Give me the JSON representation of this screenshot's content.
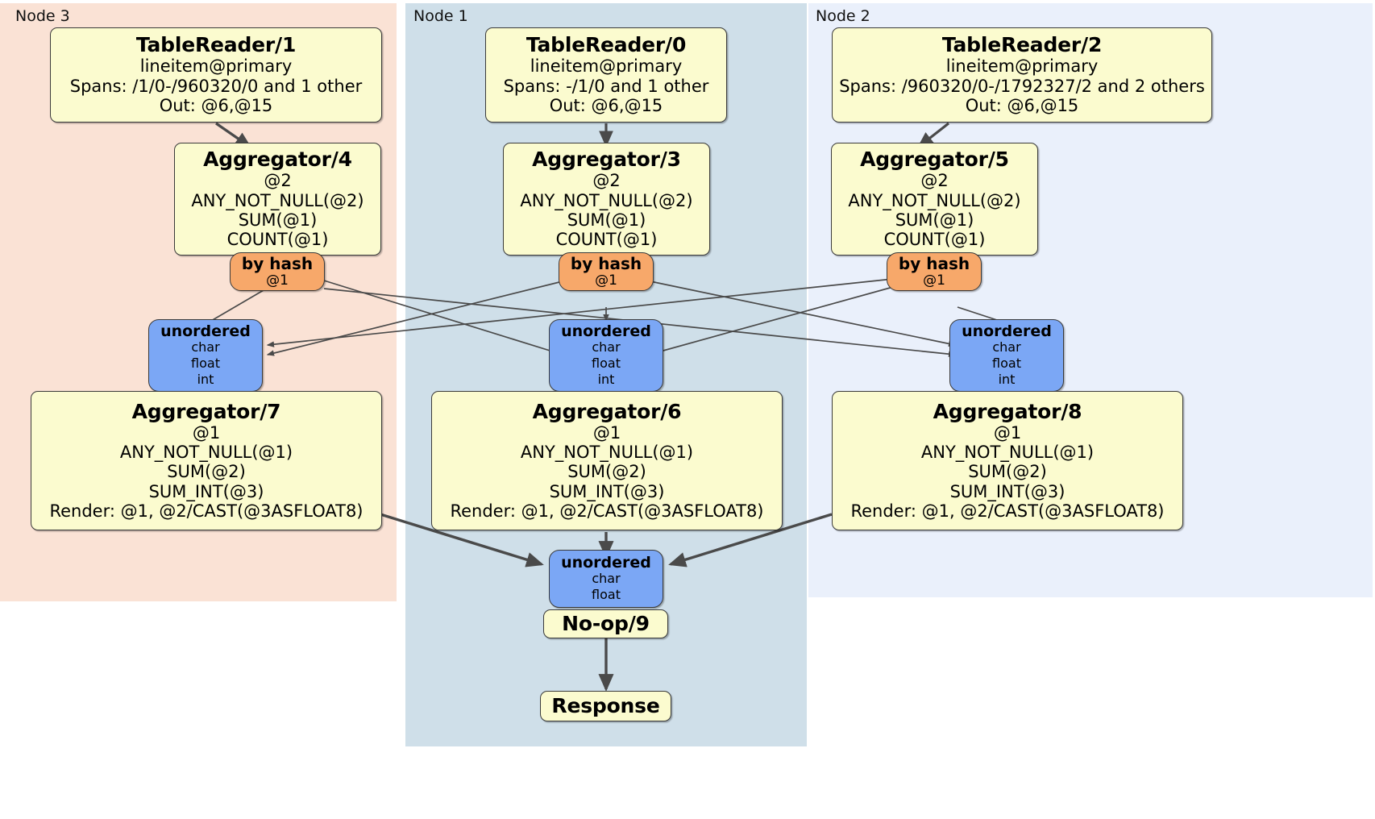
{
  "diagram": {
    "kind": "distributed-query-execution-plan",
    "panels": [
      {
        "id": "node3",
        "label": "Node 3",
        "color": "#fae2d5"
      },
      {
        "id": "node1",
        "label": "Node 1",
        "color": "#cfdfe9"
      },
      {
        "id": "node2",
        "label": "Node 2",
        "color": "#eaf0fb"
      }
    ],
    "colors": {
      "processor_fill": "#fbfbcf",
      "router_fill": "#f7a86a",
      "sync_fill": "#7ba7f5",
      "stroke": "#3a3a3a",
      "edge": "#4a4a4a"
    },
    "nodes": {
      "tablereader_1": {
        "title": "TableReader/1",
        "lines": [
          "lineitem@primary",
          "Spans: /1/0-/960320/0 and 1 other",
          "Out: @6,@15"
        ]
      },
      "tablereader_0": {
        "title": "TableReader/0",
        "lines": [
          "lineitem@primary",
          "Spans: -/1/0 and 1 other",
          "Out: @6,@15"
        ]
      },
      "tablereader_2": {
        "title": "TableReader/2",
        "lines": [
          "lineitem@primary",
          "Spans: /960320/0-/1792327/2 and 2 others",
          "Out: @6,@15"
        ]
      },
      "aggregator_4": {
        "title": "Aggregator/4",
        "lines": [
          "@2",
          "ANY_NOT_NULL(@2)",
          "SUM(@1)",
          "COUNT(@1)"
        ]
      },
      "aggregator_3": {
        "title": "Aggregator/3",
        "lines": [
          "@2",
          "ANY_NOT_NULL(@2)",
          "SUM(@1)",
          "COUNT(@1)"
        ]
      },
      "aggregator_5": {
        "title": "Aggregator/5",
        "lines": [
          "@2",
          "ANY_NOT_NULL(@2)",
          "SUM(@1)",
          "COUNT(@1)"
        ]
      },
      "byhash_left": {
        "title": "by hash",
        "lines": [
          "@1"
        ]
      },
      "byhash_center": {
        "title": "by hash",
        "lines": [
          "@1"
        ]
      },
      "byhash_right": {
        "title": "by hash",
        "lines": [
          "@1"
        ]
      },
      "unordered_left": {
        "title": "unordered",
        "lines": [
          "char",
          "float",
          "int"
        ]
      },
      "unordered_center": {
        "title": "unordered",
        "lines": [
          "char",
          "float",
          "int"
        ]
      },
      "unordered_right": {
        "title": "unordered",
        "lines": [
          "char",
          "float",
          "int"
        ]
      },
      "aggregator_7": {
        "title": "Aggregator/7",
        "lines": [
          "@1",
          "ANY_NOT_NULL(@1)",
          "SUM(@2)",
          "SUM_INT(@3)",
          "Render: @1, @2/CAST(@3ASFLOAT8)"
        ]
      },
      "aggregator_6": {
        "title": "Aggregator/6",
        "lines": [
          "@1",
          "ANY_NOT_NULL(@1)",
          "SUM(@2)",
          "SUM_INT(@3)",
          "Render: @1, @2/CAST(@3ASFLOAT8)"
        ]
      },
      "aggregator_8": {
        "title": "Aggregator/8",
        "lines": [
          "@1",
          "ANY_NOT_NULL(@1)",
          "SUM(@2)",
          "SUM_INT(@3)",
          "Render: @1, @2/CAST(@3ASFLOAT8)"
        ]
      },
      "unordered_final": {
        "title": "unordered",
        "lines": [
          "char",
          "float"
        ]
      },
      "noop_9": {
        "title": "No-op/9",
        "lines": []
      },
      "response": {
        "title": "Response",
        "lines": []
      }
    }
  }
}
